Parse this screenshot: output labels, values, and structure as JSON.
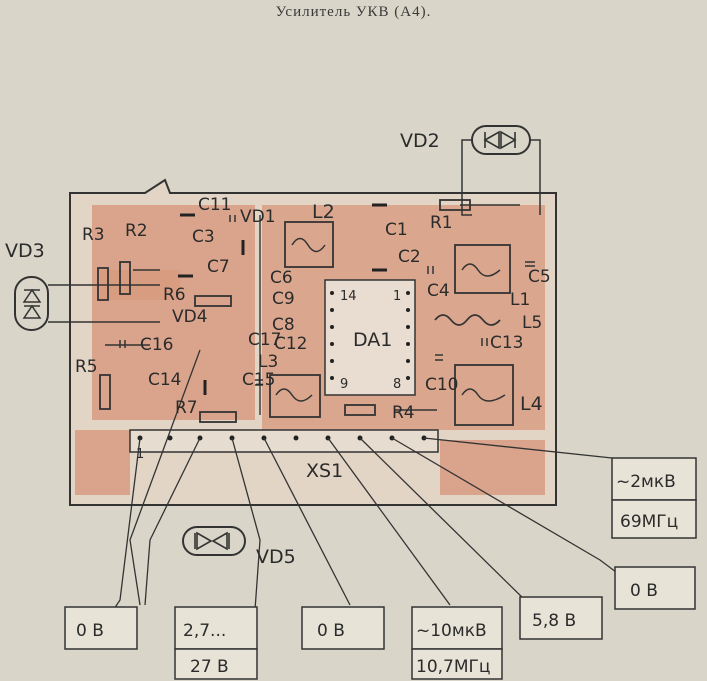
{
  "title": "Усилитель УКВ (А4).",
  "components": {
    "VD1": "VD1",
    "VD2": "VD2",
    "VD3": "VD3",
    "VD4": "VD4",
    "VD5": "VD5",
    "R1": "R1",
    "R2": "R2",
    "R3": "R3",
    "R4": "R4",
    "R5": "R5",
    "R6": "R6",
    "R7": "R7",
    "C1": "C1",
    "C2": "C2",
    "C3": "C3",
    "C4": "C4",
    "C5": "C5",
    "C6": "C6",
    "C7": "C7",
    "C8": "C8",
    "C9": "C9",
    "C10": "C10",
    "C11": "C11",
    "C12": "C12",
    "C13": "C13",
    "C14": "C14",
    "C15": "C15",
    "C16": "C16",
    "C17": "C17",
    "L1": "L1",
    "L2": "L2",
    "L3": "L3",
    "L4": "L4",
    "L5": "L5",
    "DA1": "DA1",
    "XS1": "XS1"
  },
  "ic_pins": {
    "p14": "14",
    "p1": "1",
    "p9": "9",
    "p8": "8"
  },
  "xs1_pin": "1",
  "voltage_boxes": {
    "box1": "0 В",
    "box2_top": "2,7...",
    "box2_bottom": "27 В",
    "box3": "0 В",
    "box4_top": "~10мкВ",
    "box4_bottom": "10,7МГц",
    "box5": "5,8 В",
    "box6": "0 В",
    "box7_top": "~2мкВ",
    "box7_bottom": "69МГц"
  },
  "colors": {
    "paper": "#d9d6c9",
    "pcb": "#d79b80",
    "ink": "#2a2a2a"
  }
}
